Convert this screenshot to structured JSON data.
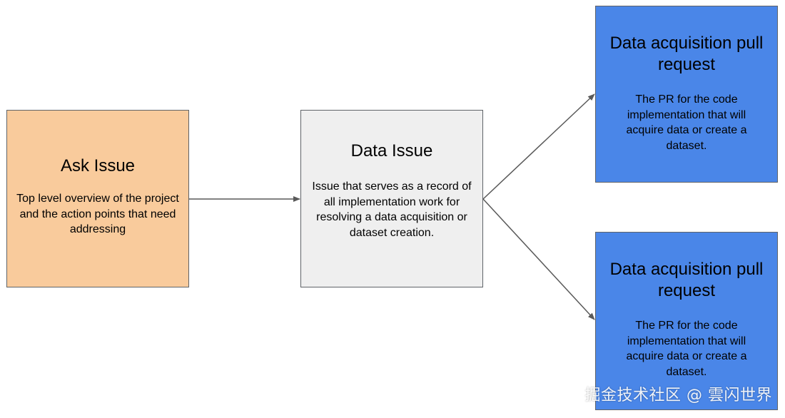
{
  "nodes": {
    "ask_issue": {
      "title": "Ask Issue",
      "description": "Top level overview of the project and the action points that need addressing",
      "color": "#f9cb9c"
    },
    "data_issue": {
      "title": "Data Issue",
      "description": "Issue that serves as a record of all implementation work for resolving a data acquisition or dataset creation.",
      "color": "#efefef"
    },
    "pr_top": {
      "title": "Data acquisition pull request",
      "description": "The PR for the code implementation that will acquire data or create a dataset.",
      "color": "#4a86e8"
    },
    "pr_bottom": {
      "title": "Data acquisition pull request",
      "description": "The PR for the code implementation that will acquire data or create a dataset.",
      "color": "#4a86e8"
    }
  },
  "edges": [
    {
      "from": "ask_issue",
      "to": "data_issue"
    },
    {
      "from": "data_issue",
      "to": "pr_top"
    },
    {
      "from": "data_issue",
      "to": "pr_bottom"
    }
  ],
  "watermark": "掘金技术社区 @ 雲闪世界"
}
